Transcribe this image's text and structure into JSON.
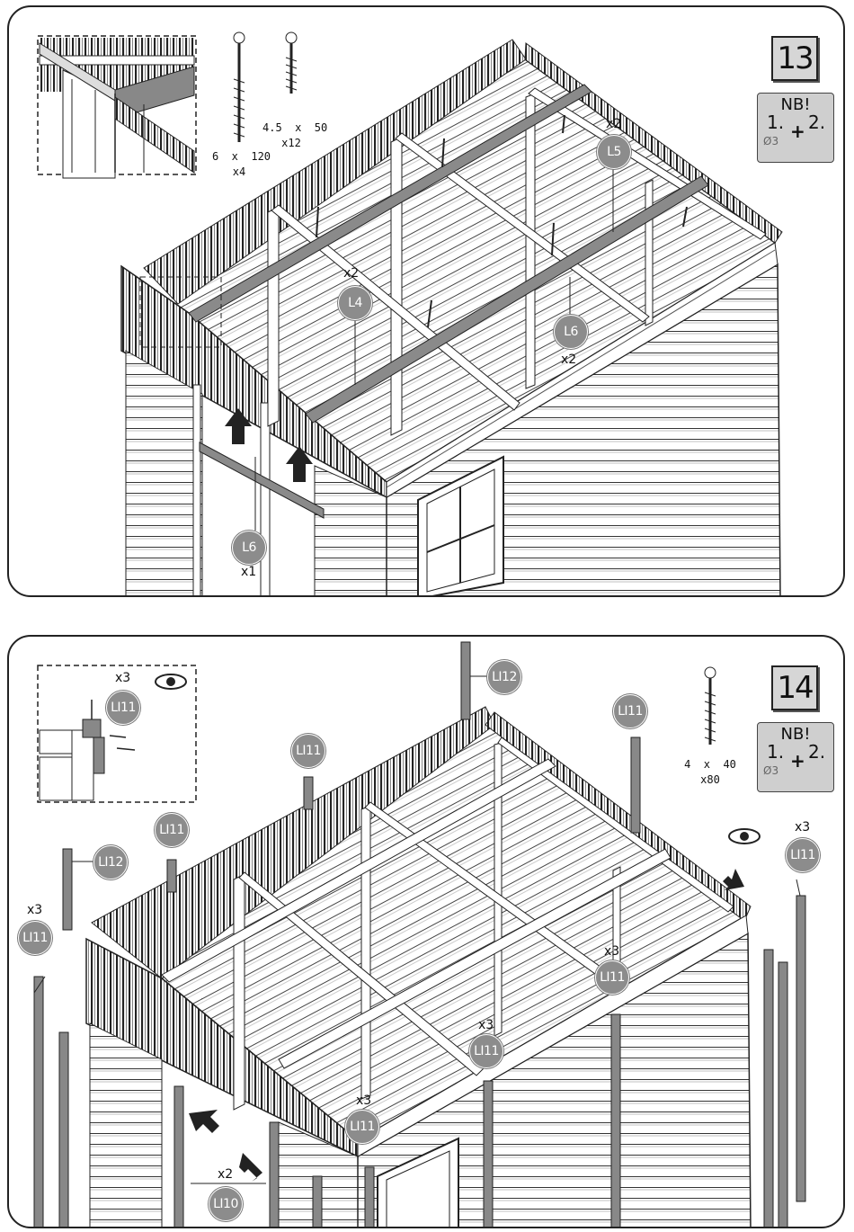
{
  "step13": {
    "step_number": "13",
    "nb": {
      "title": "NB!",
      "one": "1.",
      "plus": "+",
      "two": "2.",
      "diameter": "Ø3"
    },
    "screws": [
      {
        "size": "6  x  120",
        "count": "x4"
      },
      {
        "size": "4.5  x  50",
        "count": "x12"
      }
    ],
    "parts": [
      {
        "label": "L5",
        "qty": "x2"
      },
      {
        "label": "L4",
        "qty": "x2"
      },
      {
        "label": "L6",
        "qty": "x2"
      },
      {
        "label": "L6",
        "qty": "x1"
      }
    ]
  },
  "step14": {
    "step_number": "14",
    "nb": {
      "title": "NB!",
      "one": "1.",
      "plus": "+",
      "two": "2.",
      "diameter": "Ø3"
    },
    "screws": [
      {
        "size": "4  x  40",
        "count": "x80"
      }
    ],
    "detail": {
      "label": "LI11",
      "qty": "x3"
    },
    "parts": [
      {
        "label": "LI12"
      },
      {
        "label": "LI11"
      },
      {
        "label": "LI11"
      },
      {
        "label": "LI11"
      },
      {
        "label": "LI12"
      },
      {
        "label": "LI11",
        "qty": "x3"
      },
      {
        "label": "LI11",
        "qty": "x3"
      },
      {
        "label": "LI11",
        "qty": "x3"
      },
      {
        "label": "LI11",
        "qty": "x3"
      },
      {
        "label": "LI11",
        "qty": "x3"
      },
      {
        "label": "LI10",
        "qty": "x2"
      }
    ]
  }
}
